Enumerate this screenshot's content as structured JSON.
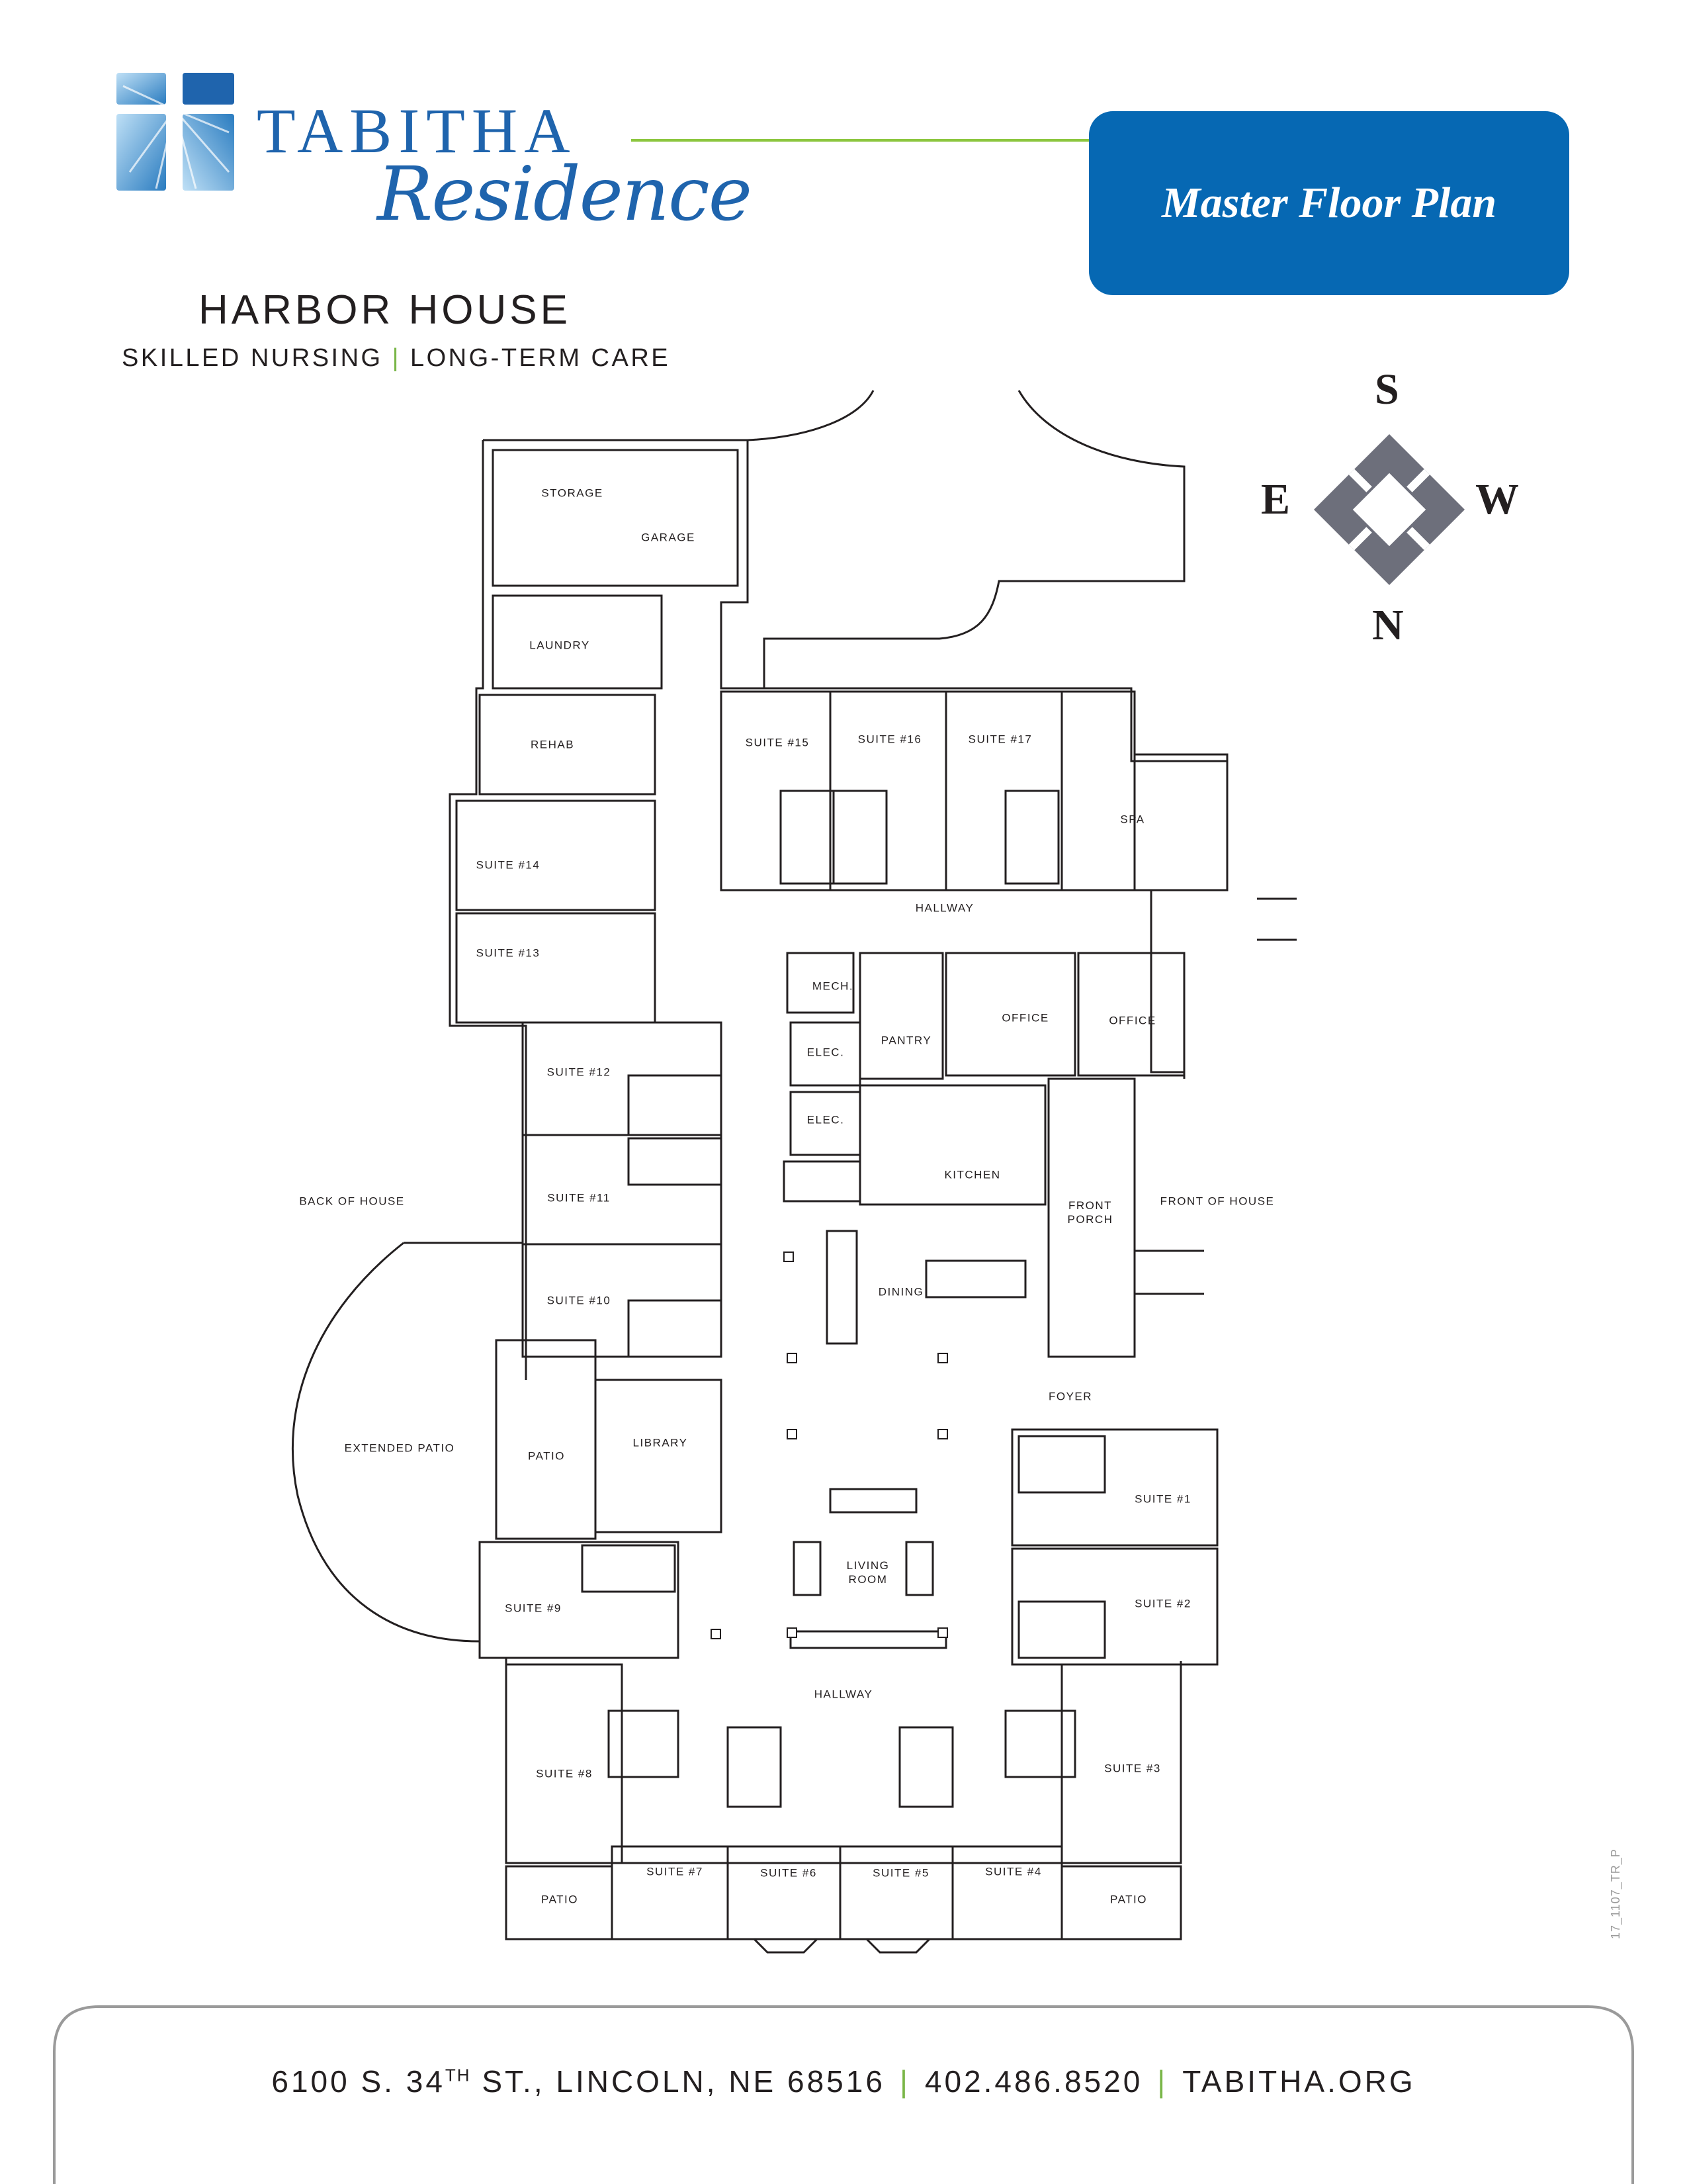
{
  "header": {
    "brand_name": "TABITHA",
    "brand_script": "Residence",
    "house_name": "HARBOR HOUSE",
    "care_left": "SKILLED NURSING",
    "care_sep": "|",
    "care_right": "LONG-TERM CARE",
    "title": "Master Floor Plan"
  },
  "colors": {
    "brand_blue": "#0668b3",
    "accent_green": "#8cc63f",
    "compass_gray": "#6d6f7b"
  },
  "compass": {
    "s": "S",
    "n": "N",
    "e": "E",
    "w": "W"
  },
  "rooms": {
    "storage": "STORAGE",
    "garage": "GARAGE",
    "laundry": "LAUNDRY",
    "rehab": "REHAB",
    "suite14": "SUITE #14",
    "suite13": "SUITE #13",
    "suite15": "SUITE #15",
    "suite16": "SUITE #16",
    "suite17": "SUITE #17",
    "spa": "SPA",
    "hallway_top": "HALLWAY",
    "mech": "MECH.",
    "elec1": "ELEC.",
    "elec2": "ELEC.",
    "pantry": "PANTRY",
    "office1": "OFFICE",
    "office2": "OFFICE",
    "kitchen": "KITCHEN",
    "suite12": "SUITE #12",
    "suite11": "SUITE #11",
    "suite10": "SUITE #10",
    "back_of_house": "BACK OF HOUSE",
    "front_of_house": "FRONT OF HOUSE",
    "front_porch_1": "FRONT",
    "front_porch_2": "PORCH",
    "dining": "DINING",
    "foyer": "FOYER",
    "extended_patio": "EXTENDED PATIO",
    "patio_west": "PATIO",
    "library": "LIBRARY",
    "living_1": "LIVING",
    "living_2": "ROOM",
    "suite1": "SUITE #1",
    "suite2": "SUITE #2",
    "suite9": "SUITE #9",
    "hallway_bottom": "HALLWAY",
    "suite8": "SUITE #8",
    "suite3": "SUITE #3",
    "suite7": "SUITE #7",
    "suite6": "SUITE #6",
    "suite5": "SUITE #5",
    "suite4": "SUITE #4",
    "patio_left": "PATIO",
    "patio_right": "PATIO"
  },
  "doc_id": "17_1107_TR_P",
  "footer": {
    "address_pre": "6100 S. 34",
    "address_sup": "TH",
    "address_post": " ST., LINCOLN, NE 68516",
    "sep": "|",
    "phone": "402.486.8520",
    "website": "TABITHA.ORG"
  }
}
